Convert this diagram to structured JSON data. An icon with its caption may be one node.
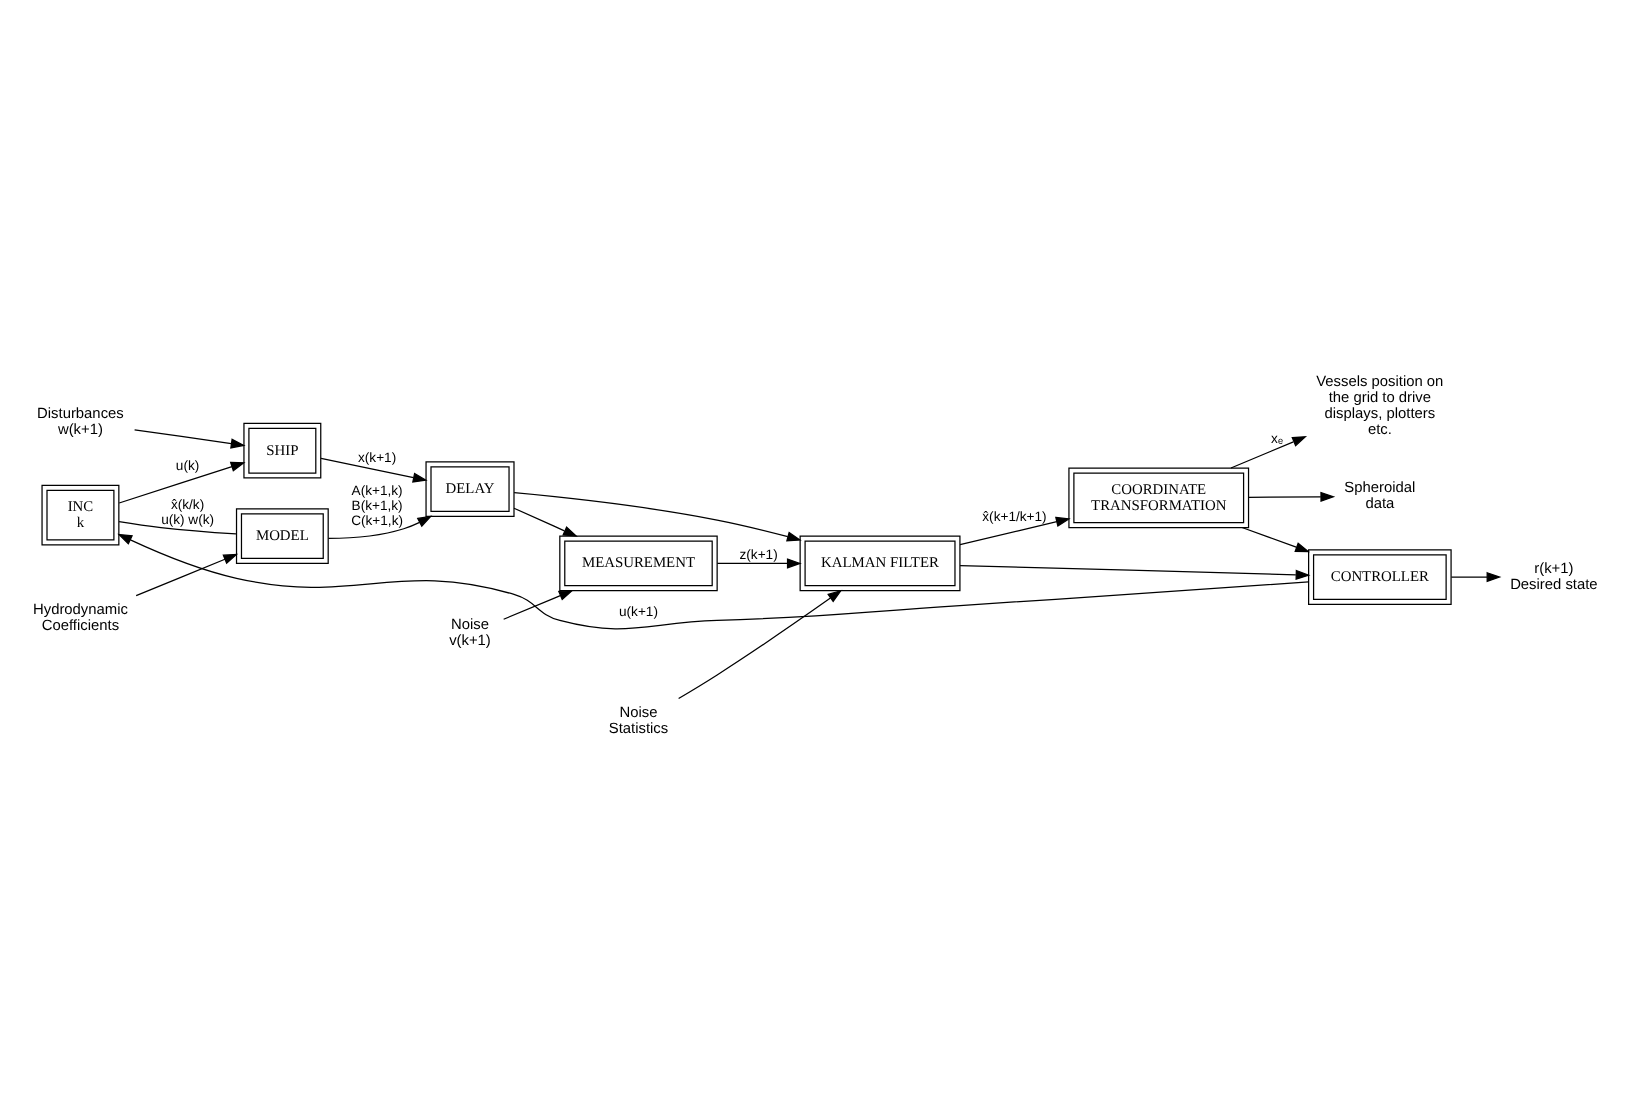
{
  "diagram": {
    "nodes": [
      {
        "text": [
          "Disturbances",
          "w(k+1)"
        ]
      },
      {
        "text": [
          "SHIP"
        ]
      },
      {
        "text": [
          "MODEL"
        ]
      },
      {
        "text": [
          "DELAY"
        ]
      },
      {
        "text": [
          "Noise",
          "v(k+1)"
        ]
      },
      {
        "text": [
          "MEASUREMENT"
        ]
      },
      {
        "text": [
          "Noise Statistics"
        ]
      },
      {
        "text": [
          "KALMAN FILTER"
        ]
      },
      {
        "text": [
          "INC",
          "k"
        ]
      },
      {
        "text": [
          "Hydrodynamic Coefficients"
        ]
      },
      {
        "text": [
          "CONTROLLER"
        ]
      },
      {
        "text": [
          "COORDINATE TRANSFORMATION"
        ]
      },
      {
        "text": [
          "r(k+1)",
          "Desired state"
        ]
      },
      {
        "text": [
          "Vessels position on the grid to drive displays, plotters etc."
        ]
      },
      {
        "text": [
          "Spheroidal data"
        ]
      }
    ],
    "edges": [
      {
        "from": 0,
        "to": 1,
        "arrow": "to"
      },
      {
        "from": 8,
        "to": 1,
        "arrow": "to",
        "label": "u(k)"
      },
      {
        "from": 8,
        "to": 2,
        "arrow": "none",
        "label": "x̂(k/k) u(k) w(k)"
      },
      {
        "from": 1,
        "to": 3,
        "arrow": "to",
        "label": "x(k+1)"
      },
      {
        "from": 2,
        "to": 3,
        "arrow": "to",
        "label": "A(k+1,k) B(k+1,k) C(k+1,k)"
      },
      {
        "from": 9,
        "to": 2,
        "arrow": "to"
      },
      {
        "from": 4,
        "to": 5,
        "arrow": "to"
      },
      {
        "from": 3,
        "to": 5,
        "arrow": "to"
      },
      {
        "from": 3,
        "to": 7,
        "arrow": "to"
      },
      {
        "from": 5,
        "to": 7,
        "arrow": "to",
        "label": "z(k+1)"
      },
      {
        "from": 6,
        "to": 7,
        "arrow": "to"
      },
      {
        "from": 7,
        "to": 11,
        "arrow": "to",
        "label": "x̂(k+1/k+1)"
      },
      {
        "from": 7,
        "to": 10,
        "arrow": "to"
      },
      {
        "from": 11,
        "to": 10,
        "arrow": "to"
      },
      {
        "from": 11,
        "to": 13,
        "arrow": "to",
        "label": "xₑ"
      },
      {
        "from": 11,
        "to": 14,
        "arrow": "to"
      },
      {
        "from": 10,
        "to": 8,
        "arrow": "to",
        "label": "u(k+1)"
      },
      {
        "from": 10,
        "to": 12,
        "arrow": "to"
      }
    ]
  }
}
